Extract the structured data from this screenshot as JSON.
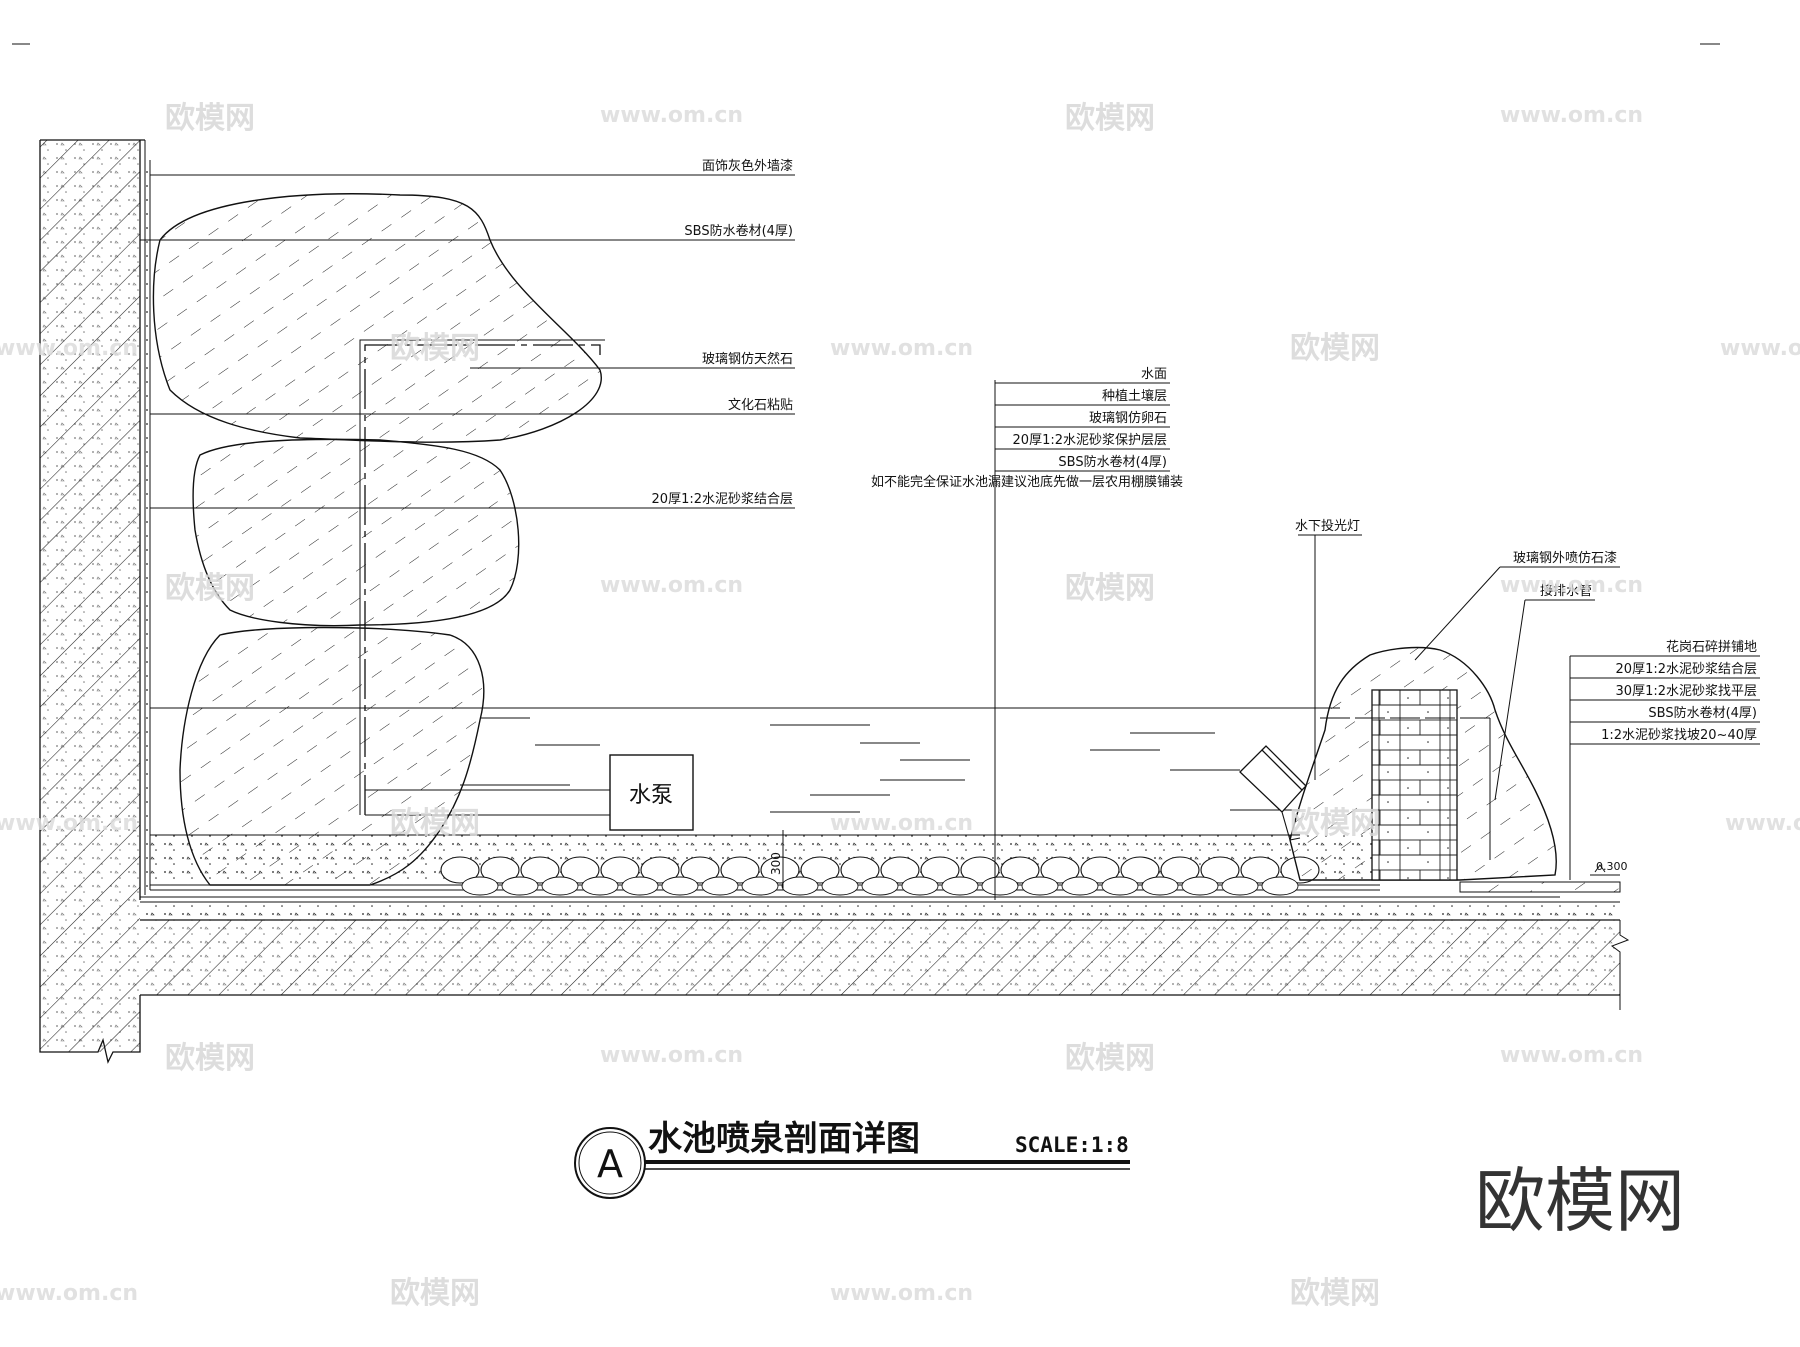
{
  "title": {
    "marker": "A",
    "text": "水池喷泉剖面详图",
    "scale": "SCALE:1:8"
  },
  "brand": "欧模网",
  "watermark": {
    "logo": "欧模网",
    "url": "www.om.cn"
  },
  "labels_left": [
    "面饰灰色外墙漆",
    "SBS防水卷材(4厚)",
    "玻璃钢仿天然石",
    "文化石粘贴",
    "20厚1:2水泥砂浆结合层"
  ],
  "labels_center": [
    "水面",
    "种植土壤层",
    "玻璃钢仿卵石",
    "20厚1:2水泥砂浆保护层层",
    "SBS防水卷材(4厚)",
    "如不能完全保证水池漏建议池底先做一层农用棚膜铺装"
  ],
  "labels_light": "水下投光灯",
  "labels_right_top": [
    "玻璃钢外喷仿石漆",
    "接排水管"
  ],
  "labels_right": [
    "花岗石碎拼铺地",
    "20厚1:2水泥砂浆结合层",
    "30厚1:2水泥砂浆找平层",
    "SBS防水卷材(4厚)",
    "1:2水泥砂浆找坡20~40厚"
  ],
  "pump_label": "水泵",
  "dim_label": "300",
  "level_label": "0.300"
}
